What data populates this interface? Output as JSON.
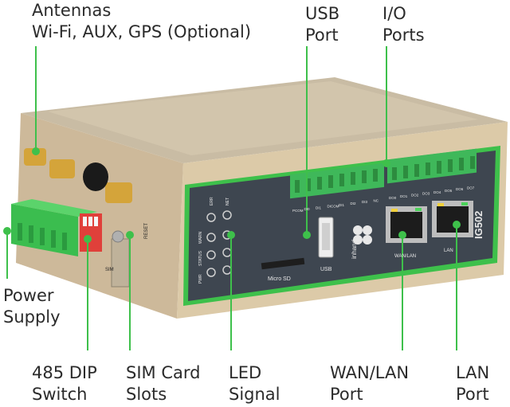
{
  "labels": {
    "antennas_l1": "Antennas",
    "antennas_l2": "Wi-Fi, AUX, GPS (Optional)",
    "usb_l1": "USB",
    "usb_l2": "Port",
    "io_l1": "I/O",
    "io_l2": "Ports",
    "power_l1": "Power",
    "power_l2": "Supply",
    "dip_l1": "485 DIP",
    "dip_l2": "Switch",
    "sim_l1": "SIM Card",
    "sim_l2": "Slots",
    "led_l1": "LED",
    "led_l2": "Signal",
    "wan_l1": "WAN/LAN",
    "wan_l2": "Port",
    "lan_l1": "LAN",
    "lan_l2": "Port"
  },
  "device": {
    "model": "IG502",
    "brand": "inhand",
    "microsd_label": "Micro SD",
    "usb_label": "USB",
    "wanlan_label": "WAN/LAN",
    "lan_label": "LAN",
    "sim_label": "SIM",
    "reset_label": "RESET",
    "led_err": "ERR",
    "led_net": "NET",
    "led_pwr": "PWR",
    "led_status": "STATUS",
    "led_warn": "WARN",
    "terminal_left": [
      "PCOM",
      "DI0",
      "DI1",
      "DICOM",
      "DI1",
      "DI2",
      "DI3",
      "NC"
    ],
    "terminal_right": [
      "DO0",
      "DO1",
      "DO2",
      "DO3",
      "DO4",
      "DO5",
      "DO6",
      "DO7"
    ]
  },
  "colors": {
    "accent_green": "#3ec04b",
    "panel": "#3e4650",
    "chassis": "#d6c4a3",
    "text": "#2b2b2b"
  }
}
